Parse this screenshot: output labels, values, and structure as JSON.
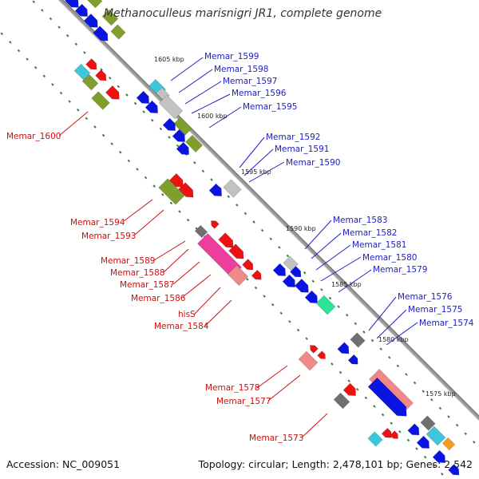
{
  "title": "Methanoculleus marisnigri JR1, complete genome",
  "footer": {
    "accession": "Accession: NC_009051",
    "summary": "Topology: circular; Length: 2,478,101 bp; Genes: 2,542"
  },
  "colors": {
    "backbone": "#9a9a9a",
    "dots": "#2a8a2a",
    "blue": "#0a14e0",
    "red": "#ee1111",
    "olive": "#7f9e2c",
    "cyan": "#3cc7dd",
    "gray": "#c2c2c2",
    "darkgray": "#707070",
    "salmon": "#f08a8a",
    "magenta": "#ee3d9c",
    "teal": "#2de39a",
    "orange": "#f59c1e",
    "blueLabel": "#2020c8",
    "redLabel": "#cc1010"
  },
  "kbp_markers": [
    {
      "label": "1605 kbp"
    },
    {
      "label": "1600 kbp"
    },
    {
      "label": "1595 kbp"
    },
    {
      "label": "1590 kbp"
    },
    {
      "label": "1585 kbp"
    },
    {
      "label": "1580 kbp"
    },
    {
      "label": "1575 kbp"
    }
  ],
  "labels": [
    {
      "name": "Memar_1599",
      "color": "blue"
    },
    {
      "name": "Memar_1598",
      "color": "blue"
    },
    {
      "name": "Memar_1597",
      "color": "blue"
    },
    {
      "name": "Memar_1596",
      "color": "blue"
    },
    {
      "name": "Memar_1595",
      "color": "blue"
    },
    {
      "name": "Memar_1592",
      "color": "blue"
    },
    {
      "name": "Memar_1591",
      "color": "blue"
    },
    {
      "name": "Memar_1590",
      "color": "blue"
    },
    {
      "name": "Memar_1583",
      "color": "blue"
    },
    {
      "name": "Memar_1582",
      "color": "blue"
    },
    {
      "name": "Memar_1581",
      "color": "blue"
    },
    {
      "name": "Memar_1580",
      "color": "blue"
    },
    {
      "name": "Memar_1579",
      "color": "blue"
    },
    {
      "name": "Memar_1576",
      "color": "blue"
    },
    {
      "name": "Memar_1575",
      "color": "blue"
    },
    {
      "name": "Memar_1574",
      "color": "blue"
    },
    {
      "name": "Memar_1600",
      "color": "red"
    },
    {
      "name": "Memar_1594",
      "color": "red"
    },
    {
      "name": "Memar_1593",
      "color": "red"
    },
    {
      "name": "Memar_1589",
      "color": "red"
    },
    {
      "name": "Memar_1588",
      "color": "red"
    },
    {
      "name": "Memar_1587",
      "color": "red"
    },
    {
      "name": "Memar_1586",
      "color": "red"
    },
    {
      "name": "hisS",
      "color": "red"
    },
    {
      "name": "Memar_1584",
      "color": "red"
    },
    {
      "name": "Memar_1578",
      "color": "red"
    },
    {
      "name": "Memar_1577",
      "color": "red"
    },
    {
      "name": "Memar_1573",
      "color": "red"
    }
  ]
}
